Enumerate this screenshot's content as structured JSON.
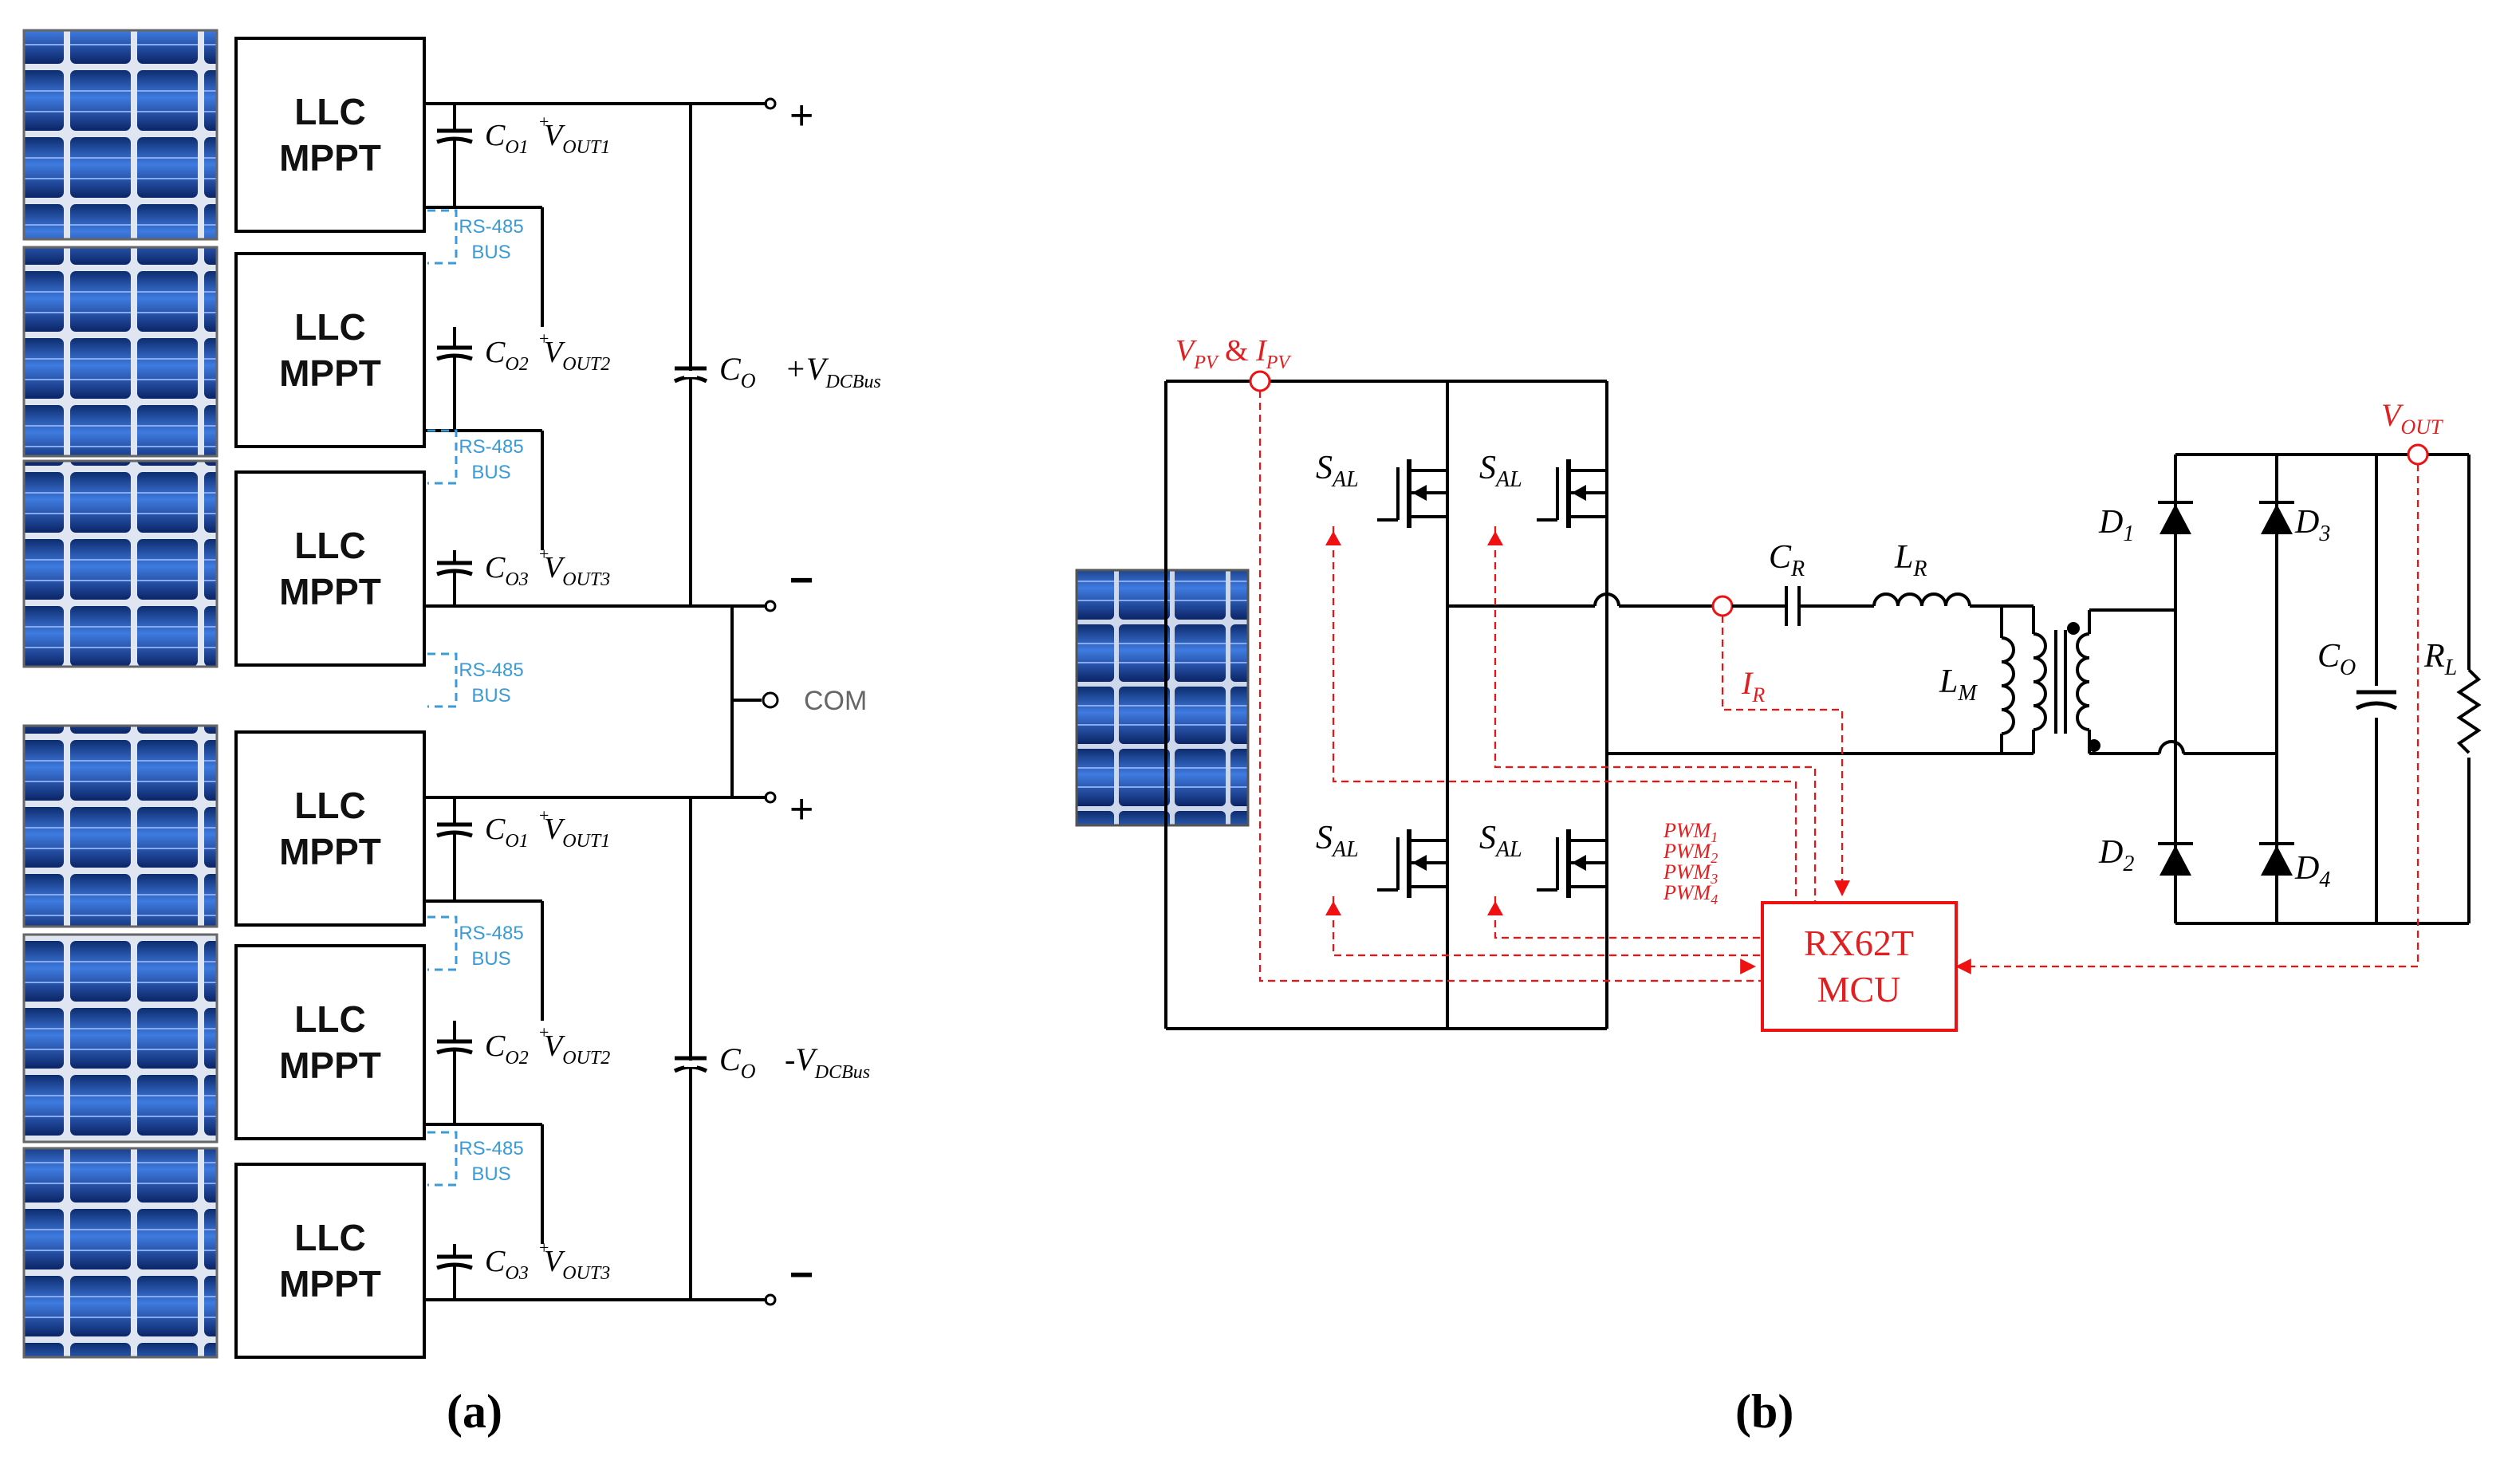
{
  "panel_a": {
    "caption": "(a)",
    "module_label_line1": "LLC",
    "module_label_line2": "MPPT",
    "bus_label_line1": "RS-485",
    "bus_label_line2": "BUS",
    "cap_labels": [
      "C",
      "C",
      "C"
    ],
    "cap_subs": [
      "O1",
      "O2",
      "O3"
    ],
    "vout_subs": [
      "OUT1",
      "OUT2",
      "OUT3"
    ],
    "vout_base": "V",
    "plus_mark": "+",
    "minus_mark": "−",
    "com_label": "COM",
    "co_label": "C",
    "co_sub": "O",
    "vdc_top_prefix": "+V",
    "vdc_bottom_prefix": "-V",
    "vdc_sub": "DCBus"
  },
  "panel_b": {
    "caption": "(b)",
    "vpv_label": "V",
    "vpv_sub": "PV",
    "amp": " & ",
    "ipv_label": "I",
    "ipv_sub": "PV",
    "switch_label": "S",
    "switch_sub": "AL",
    "cr_label": "C",
    "cr_sub": "R",
    "lr_label": "L",
    "lr_sub": "R",
    "lm_label": "L",
    "lm_sub": "M",
    "ir_label": "I",
    "ir_sub": "R",
    "pwm_base": "PWM",
    "pwm_subs": [
      "1",
      "2",
      "3",
      "4"
    ],
    "diode_base": "D",
    "diode_subs": [
      "1",
      "2",
      "3",
      "4"
    ],
    "co_label": "C",
    "co_sub": "O",
    "rl_label": "R",
    "rl_sub": "L",
    "vout_label": "V",
    "vout_sub": "OUT",
    "mcu_line1": "RX62T",
    "mcu_line2": "MCU"
  },
  "colors": {
    "wire": "#000000",
    "signal_red": "#e02020",
    "bus_blue": "#3b9bd6",
    "panel_blue": "#1f4fa8"
  }
}
